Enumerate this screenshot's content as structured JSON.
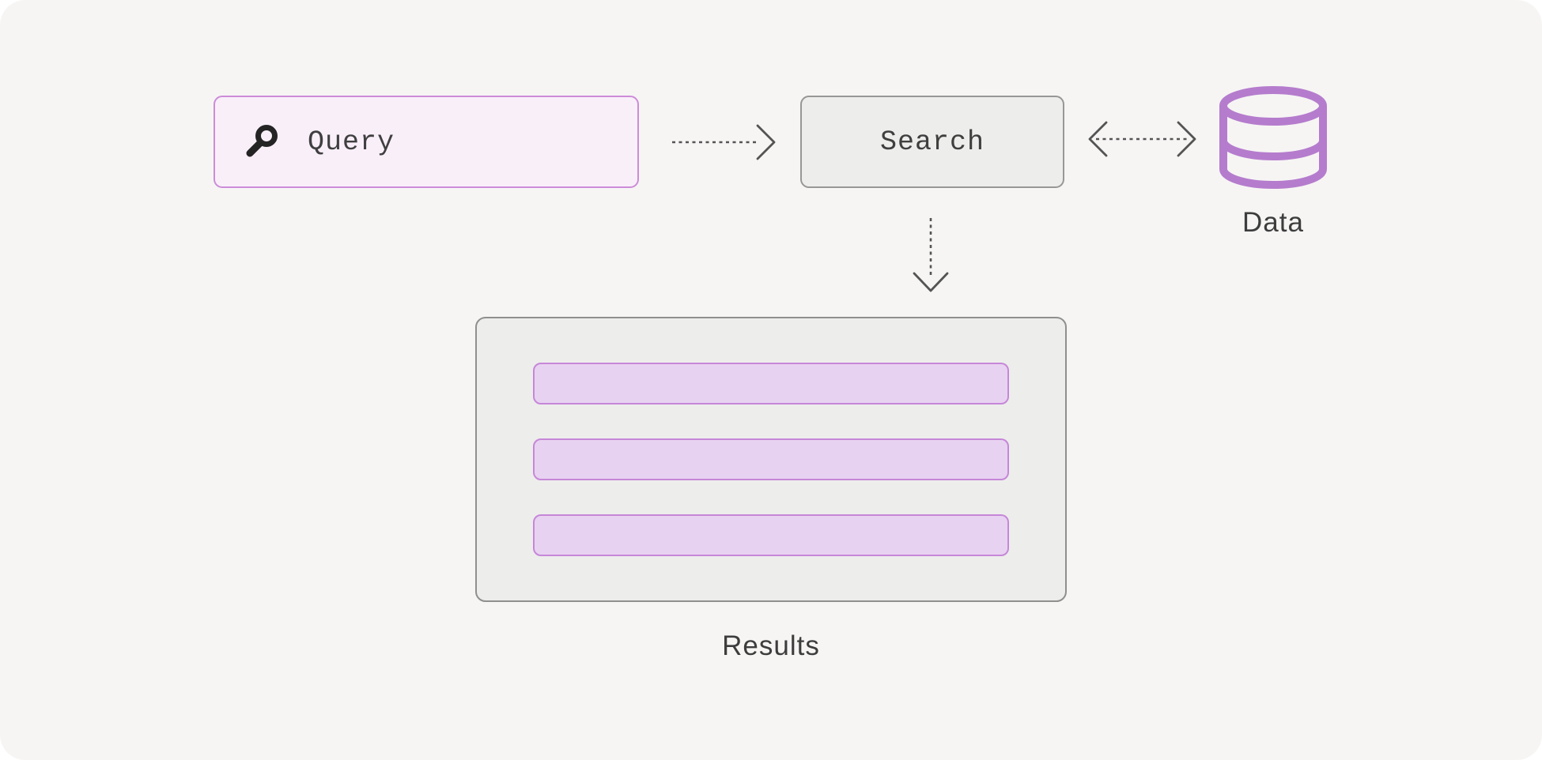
{
  "diagram": {
    "query_box": {
      "label": "Query",
      "icon": "search-icon"
    },
    "search_box": {
      "label": "Search"
    },
    "data_store": {
      "label": "Data",
      "icon": "database-icon"
    },
    "results_box": {
      "label": "Results",
      "item_count": 3
    },
    "connections": [
      {
        "from": "query",
        "to": "search",
        "style": "dashed-arrow-right"
      },
      {
        "from": "search",
        "to": "data",
        "style": "dashed-arrow-bidirectional"
      },
      {
        "from": "search",
        "to": "results",
        "style": "dashed-arrow-down"
      }
    ],
    "colors": {
      "canvas_bg": "#f6f5f4",
      "query_fill": "#f9eff9",
      "query_border": "#cc8cd8",
      "neutral_fill": "#ededec",
      "neutral_border": "#979797",
      "results_border": "#8f8f8f",
      "bar_fill": "#e8d2f1",
      "bar_border": "#c687d8",
      "database_purple": "#b57ccd",
      "arrow_gray": "#545454",
      "text_dark": "#3f3f3f"
    }
  }
}
